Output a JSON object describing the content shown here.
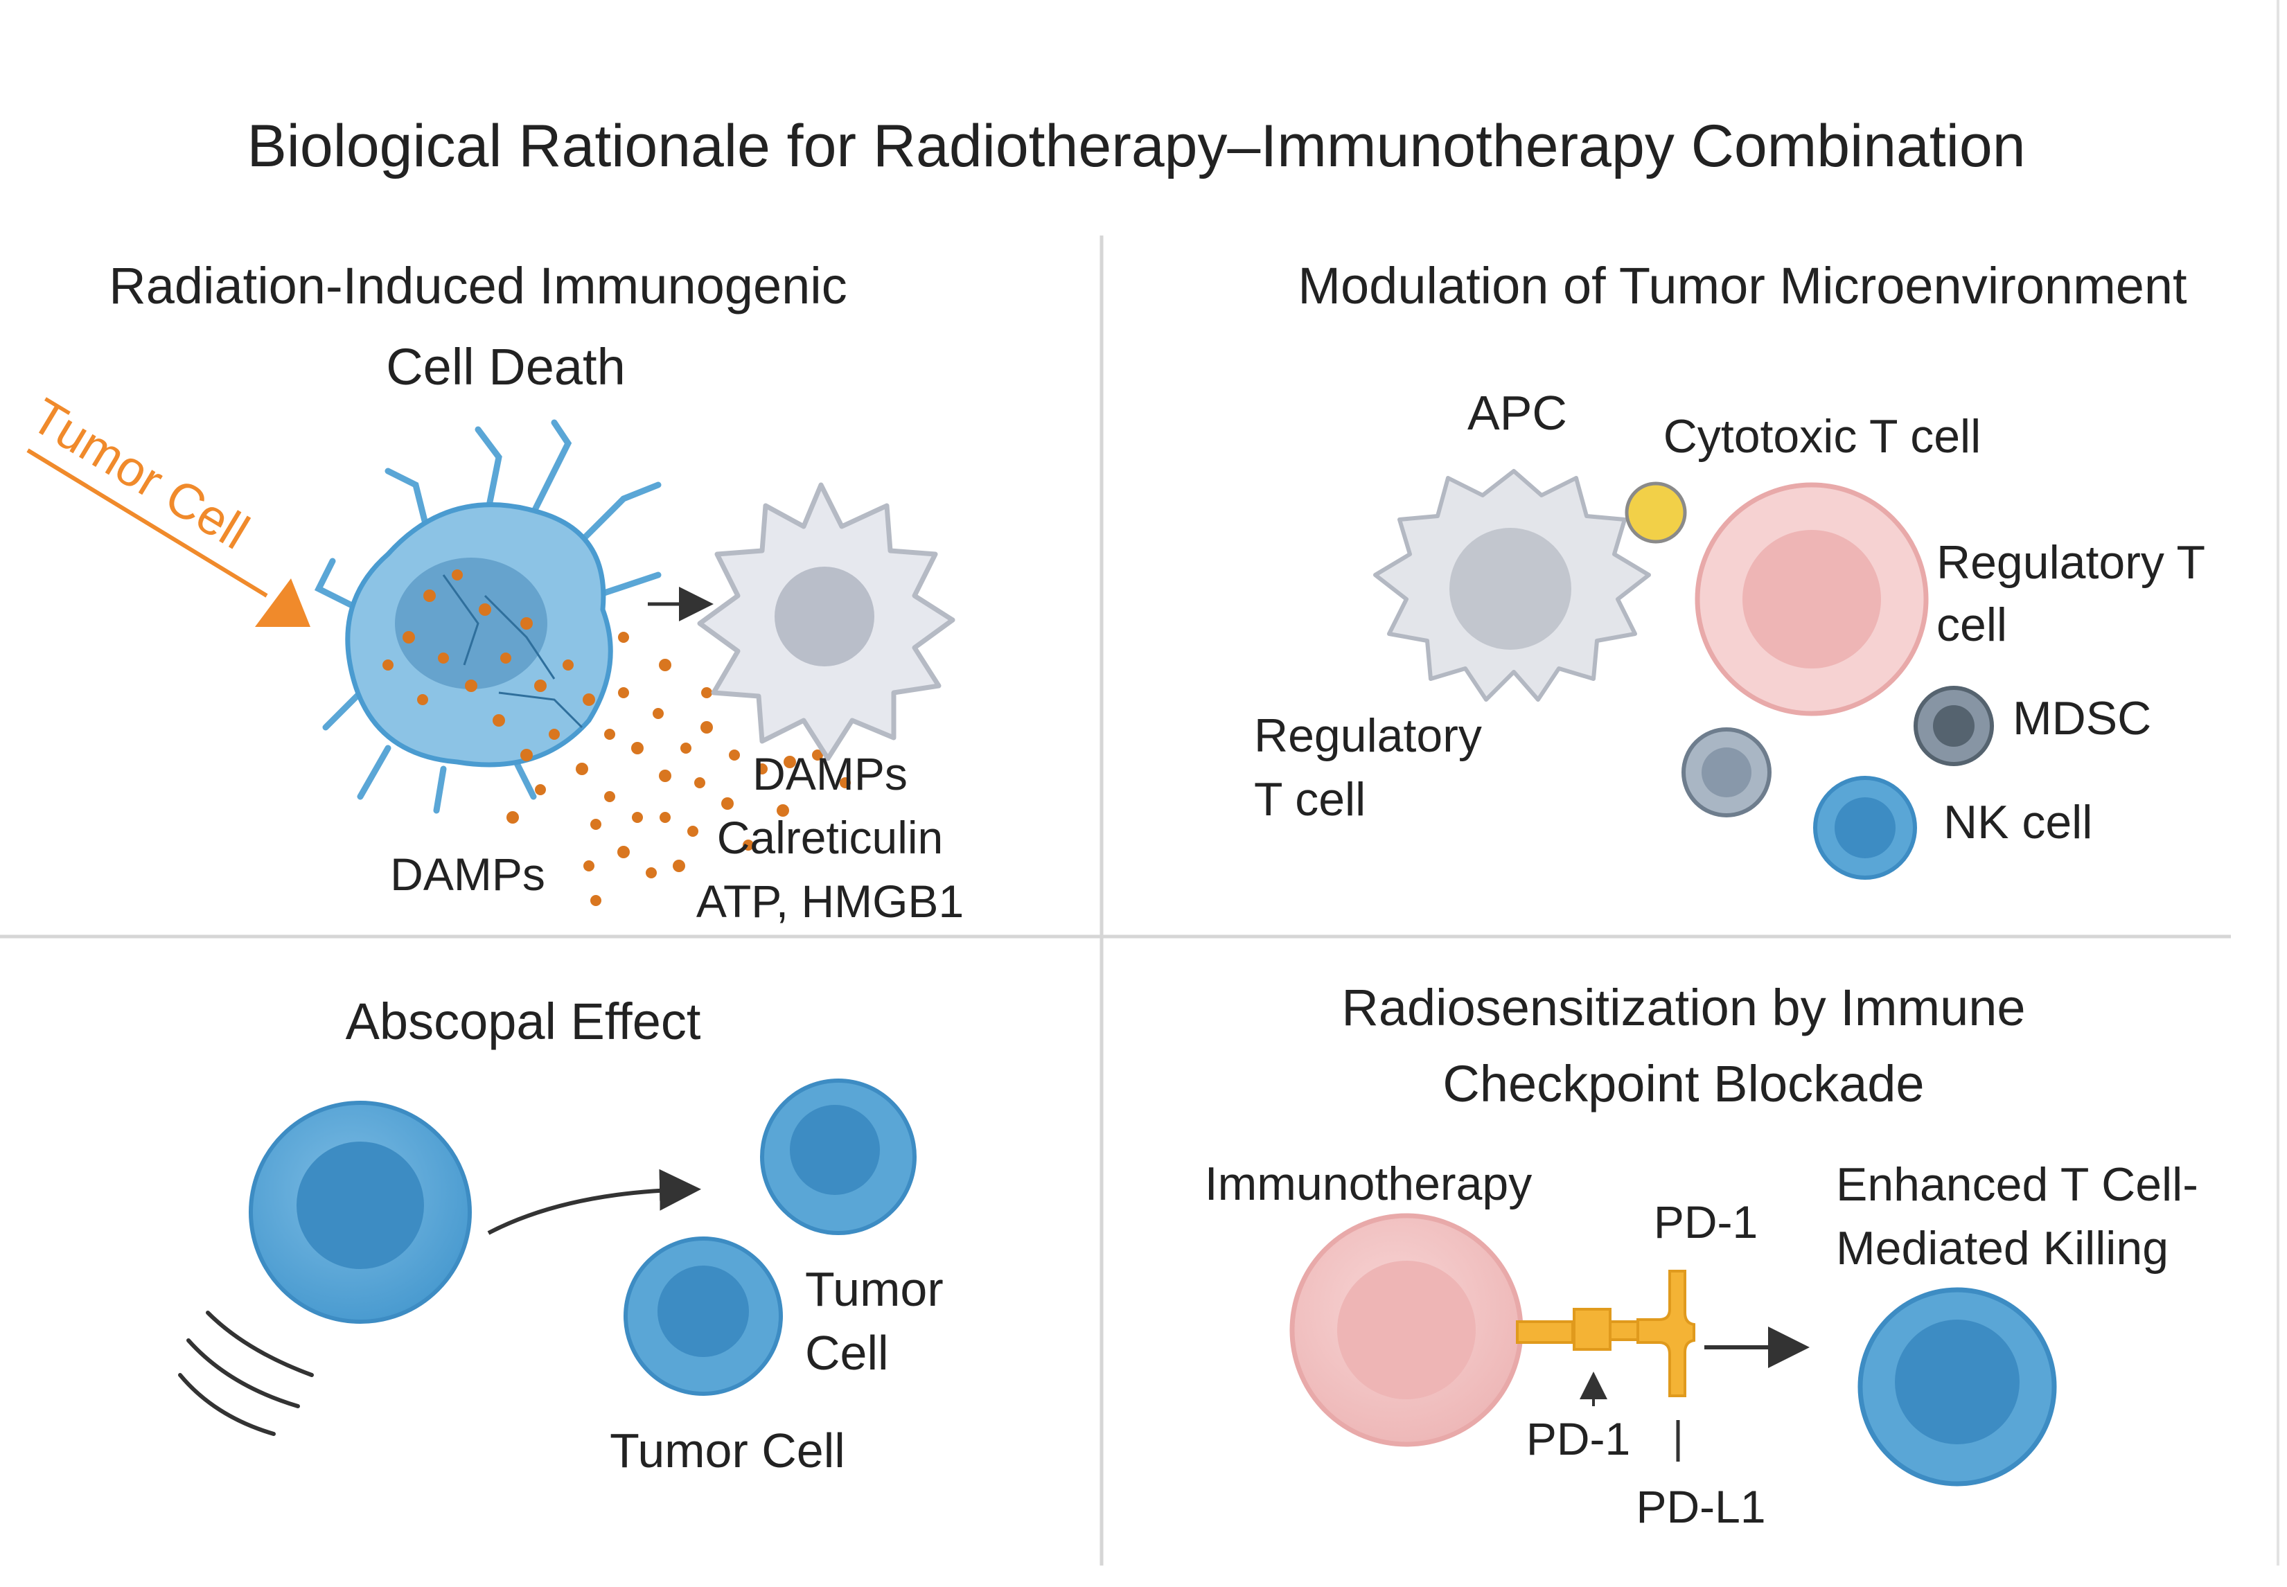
{
  "title": "Biological Rationale for Radiotherapy–Immunotherapy Combination",
  "colors": {
    "background": "#ffffff",
    "divider": "#d6d6d6",
    "text": "#222222",
    "radiation_orange": "#f08a2b",
    "tumor_blue": "#5aa6d6",
    "tumor_blue_dark": "#3d8cc3",
    "damps_dot": "#d9761f",
    "apc_gray": "#dfe2e8",
    "treg_pink": "#f3c3c3",
    "cytotoxic_yellow": "#f2d048",
    "mdsc_gray": "#6d7c8c",
    "checkpoint_orange": "#f4b335"
  },
  "panels": {
    "icd": {
      "title_line1": "Radiation-Induced Immunogenic",
      "title_line2": "Cell Death",
      "radiation_label": "Tumor Cell",
      "damps_left_label": "DAMPs",
      "damps_right_line1": "DAMPs",
      "damps_right_line2": "Calreticulin",
      "damps_right_line3": "ATP, HMGB1"
    },
    "tme": {
      "title": "Modulation of Tumor Microenvironment",
      "apc_label": "APC",
      "cytotoxic_label": "Cytotoxic T cell",
      "treg_right_line1": "Regulatory T",
      "treg_right_line2": "cell",
      "treg_left_line1": "Regulatory",
      "treg_left_line2": "T cell",
      "mdsc_label": "MDSC",
      "nk_label": "NK cell"
    },
    "abscopal": {
      "title": "Abscopal Effect",
      "tumor_cell_line1": "Tumor",
      "tumor_cell_line2": "Cell",
      "tumor_cell_bottom": "Tumor Cell"
    },
    "checkpoint": {
      "title_line1": "Radiosensitization by Immune",
      "title_line2": "Checkpoint Blockade",
      "immunotherapy_label": "Immunotherapy",
      "pd1_top": "PD-1",
      "pd1_bottom": "PD-1",
      "pdl1_label": "PD-L1",
      "enhanced_line1": "Enhanced T Cell-",
      "enhanced_line2": "Mediated Killing"
    }
  }
}
